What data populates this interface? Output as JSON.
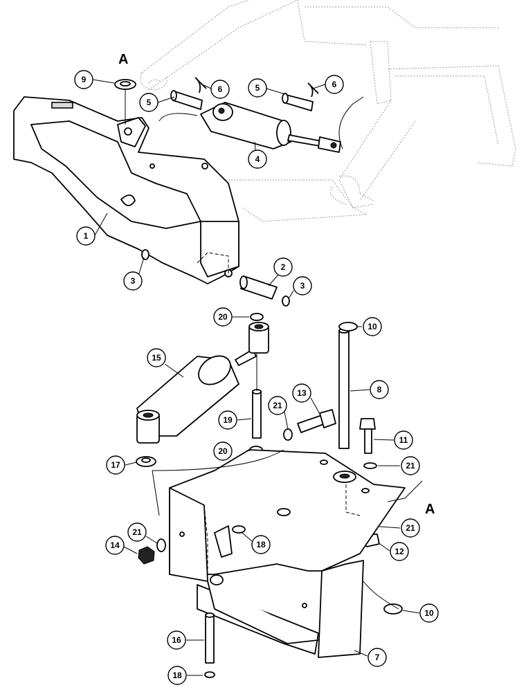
{
  "ref_mark": "A",
  "callouts": [
    {
      "id": "c9",
      "label": "9"
    },
    {
      "id": "c6a",
      "label": "6"
    },
    {
      "id": "c5a",
      "label": "5"
    },
    {
      "id": "c5b",
      "label": "5"
    },
    {
      "id": "c6b",
      "label": "6"
    },
    {
      "id": "c4",
      "label": "4"
    },
    {
      "id": "c1",
      "label": "1"
    },
    {
      "id": "c3a",
      "label": "3"
    },
    {
      "id": "c2",
      "label": "2"
    },
    {
      "id": "c3b",
      "label": "3"
    },
    {
      "id": "c20a",
      "label": "20"
    },
    {
      "id": "c10a",
      "label": "10"
    },
    {
      "id": "c15",
      "label": "15"
    },
    {
      "id": "c8",
      "label": "8"
    },
    {
      "id": "c13",
      "label": "13"
    },
    {
      "id": "c21a",
      "label": "21"
    },
    {
      "id": "c19",
      "label": "19"
    },
    {
      "id": "c11",
      "label": "11"
    },
    {
      "id": "c20b",
      "label": "20"
    },
    {
      "id": "c21b",
      "label": "21"
    },
    {
      "id": "c17",
      "label": "17"
    },
    {
      "id": "c21c",
      "label": "21"
    },
    {
      "id": "c21d",
      "label": "21"
    },
    {
      "id": "c14",
      "label": "14"
    },
    {
      "id": "c18a",
      "label": "18"
    },
    {
      "id": "c12",
      "label": "12"
    },
    {
      "id": "c10b",
      "label": "10"
    },
    {
      "id": "c16",
      "label": "16"
    },
    {
      "id": "c7",
      "label": "7"
    },
    {
      "id": "c18b",
      "label": "18"
    }
  ]
}
